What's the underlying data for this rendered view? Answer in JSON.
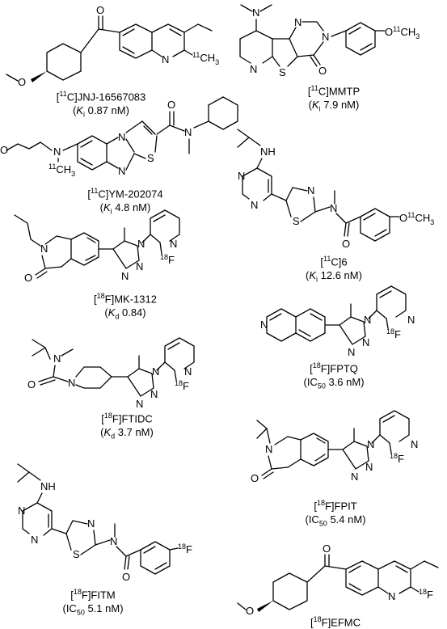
{
  "compounds": [
    {
      "label_pre": "[",
      "iso": "11",
      "label_post": "C]JNJ-16567083",
      "kname": "K",
      "ksub": "i",
      "kval": " 0.87 nM"
    },
    {
      "label_pre": "[",
      "iso": "11",
      "label_post": "C]MMTP",
      "kname": "K",
      "ksub": "i",
      "kval": " 7.9 nM"
    },
    {
      "label_pre": "[",
      "iso": "11",
      "label_post": "C]YM-202074",
      "kname": "K",
      "ksub": "i",
      "kval": " 4.8 nM"
    },
    {
      "label_pre": "[",
      "iso": "11",
      "label_post": "C]6",
      "kname": "K",
      "ksub": "i",
      "kval": " 12.6 nM"
    },
    {
      "label_pre": "[",
      "iso": "18",
      "label_post": "F]MK-1312",
      "kname": "K",
      "ksub": "d",
      "kval": " 0.84"
    },
    {
      "label_pre": "[",
      "iso": "18",
      "label_post": "F]FPTQ",
      "kname": "IC",
      "ksub": "50",
      "kval": " 3.6 nM"
    },
    {
      "label_pre": "[",
      "iso": "18",
      "label_post": "F]FTIDC",
      "kname": "K",
      "ksub": "d",
      "kval": " 3.7 nM"
    },
    {
      "label_pre": "[",
      "iso": "18",
      "label_post": "F]FPIT",
      "kname": "IC",
      "ksub": "50",
      "kval": " 5.4 nM"
    },
    {
      "label_pre": "[",
      "iso": "18",
      "label_post": "F]FITM",
      "kname": "IC",
      "ksub": "50",
      "kval": " 5.1 nM"
    },
    {
      "label_pre": "[",
      "iso": "18",
      "label_post": "F]EFMC",
      "kname": "",
      "ksub": "",
      "kval": ""
    }
  ],
  "atoms": {
    "o": "O",
    "n": "N",
    "s": "S",
    "f": "F",
    "nh": "NH",
    "me11": "CH",
    "me11_sub": "3",
    "iso11": "11",
    "iso18": "18",
    "och3": "O",
    "ch3": "CH",
    "three": "3"
  }
}
